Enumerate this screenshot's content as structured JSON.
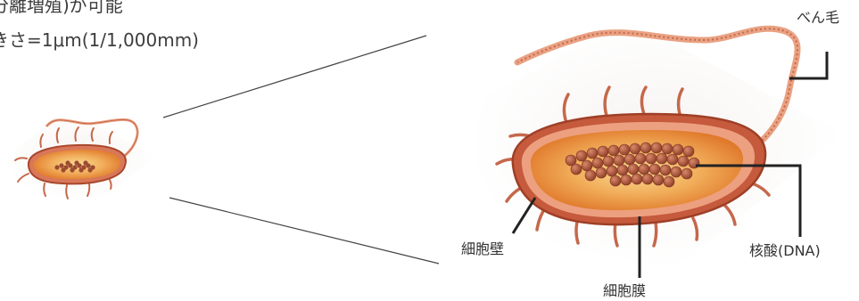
{
  "intro": {
    "line1": "分離増殖)が可能",
    "line2": "きさ=1μm(1/1,000mm)"
  },
  "labels": {
    "flagellum": "べん毛",
    "cell_wall": "細胞壁",
    "cell_membrane": "細胞膜",
    "nucleic_acid": "核酸(DNA)"
  },
  "colors": {
    "cell_wall": "#b5553a",
    "cell_wall_light": "#e9a283",
    "cytoplasm_outer": "#e98b36",
    "cytoplasm_inner": "#f7d38a",
    "dna": "#9c4a32",
    "leader_line": "#222222",
    "zoom_line": "#444444"
  }
}
